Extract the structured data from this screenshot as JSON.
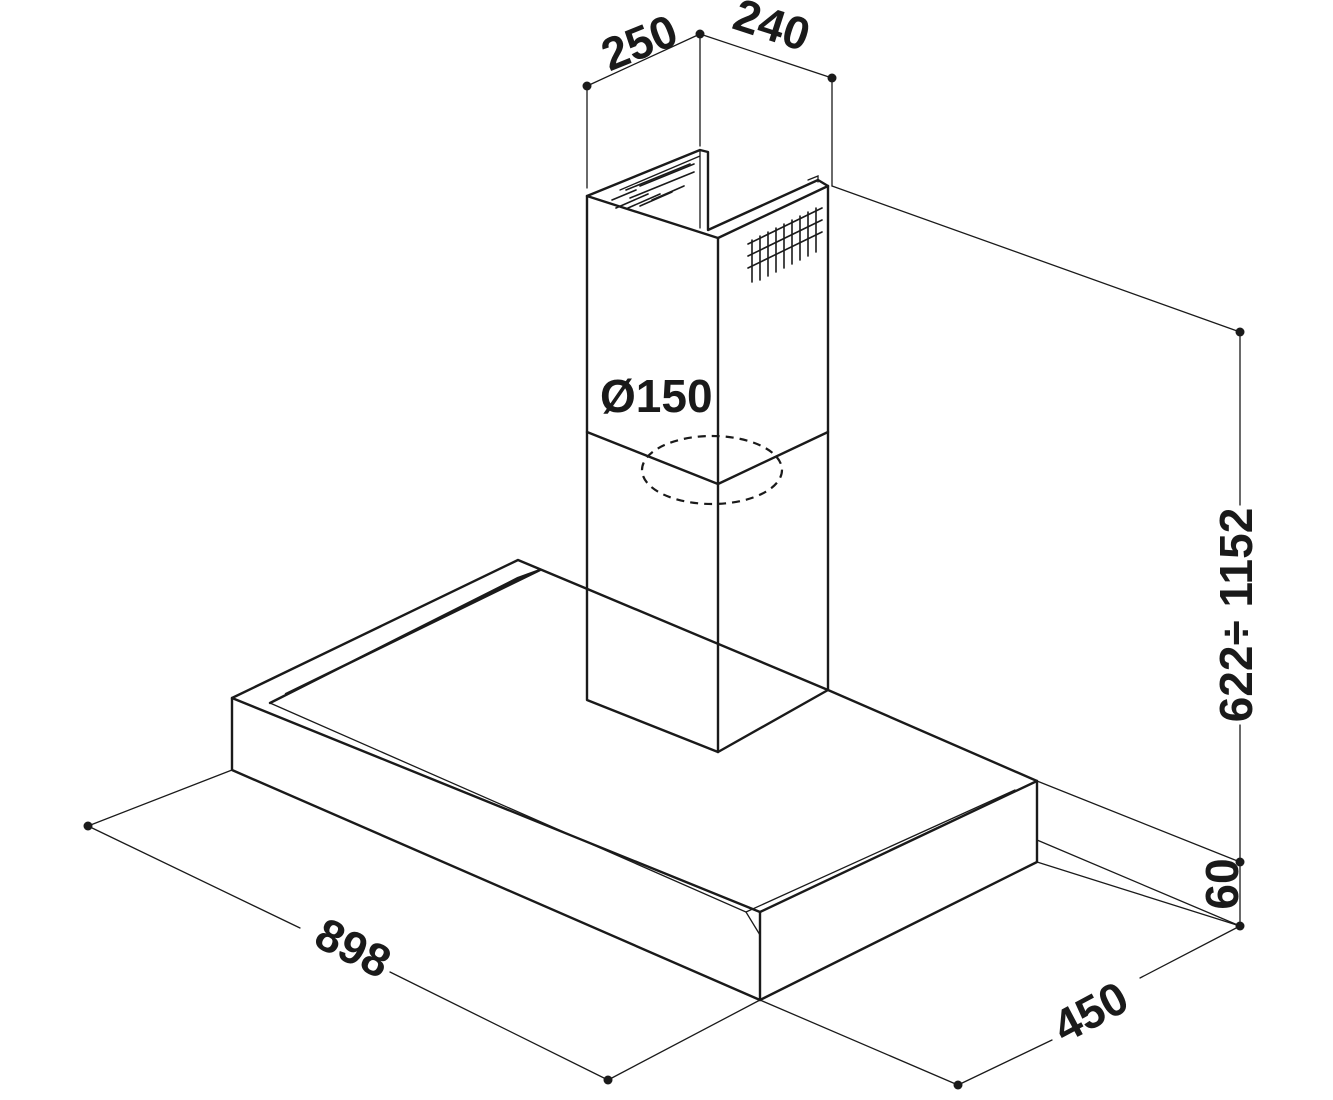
{
  "dimensions": {
    "chimney_width": "250",
    "chimney_depth": "240",
    "duct_diameter": "Ø150",
    "height_range": "622÷ 1152",
    "canopy_height": "60",
    "hood_width": "898",
    "hood_depth": "450"
  },
  "colors": {
    "line": "#1a1a1a",
    "background": "#ffffff"
  }
}
